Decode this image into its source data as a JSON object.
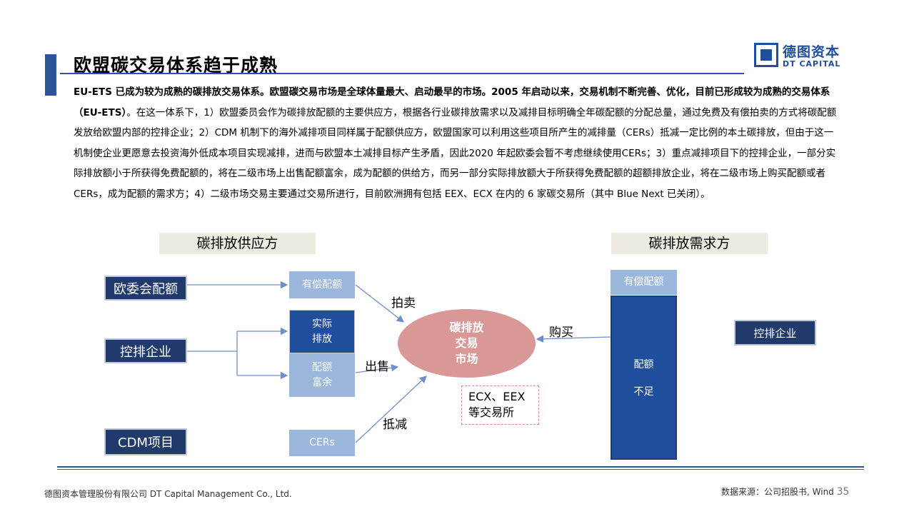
{
  "header": {
    "title": "欧盟碳交易体系趋于成熟",
    "logo_zh": "德图资本",
    "logo_en": "DT CAPITAL"
  },
  "body": {
    "bold_lead": "EU-ETS 已成为较为成熟的碳排放交易体系。欧盟碳交易市场是全球体量最大、启动最早的市场。2005 年启动以来，交易机制不断完善、优化，目前已形成较为成熟的交易体系（EU-ETS）",
    "text": "。在这一体系下，1）欧盟委员会作为碳排放配额的主要供应方，根据各行业碳排放需求以及减排目标明确全年碳配额的分配总量，通过免费及有偿拍卖的方式将碳配额发放给欧盟内部的控排企业；2）CDM 机制下的海外减排项目同样属于配额供应方，欧盟国家可以利用这些项目所产生的减排量（CERs）抵减一定比例的本土碳排放，但由于这一机制使企业更愿意去投资海外低成本项目实现减排，进而与欧盟本土减排目标产生矛盾，因此2020 年起欧委会暂不考虑继续使用CERs；3）重点减排项目下的控排企业，一部分实际排放额小于所获得免费配额的，将在二级市场上出售配额富余，成为配额的供给方，而另一部分实际排放额大于所获得免费配额的超额排放企业，将在二级市场上购买配额或者CERs，成为配额的需求方；4）二级市场交易主要通过交易所进行，目前欧洲拥有包括 EEX、ECX 在内的 6 家碳交易所（其中 Blue Next 已关闭）。"
  },
  "diagram": {
    "supply_label": "碳排放供应方",
    "demand_label": "碳排放需求方",
    "ec_allocation": "欧委会配额",
    "controlled_enterprise": "控排企业",
    "cdm_project": "CDM项目",
    "paid_allocation_left": "有偿配额",
    "actual_emission": "实际\n排放",
    "surplus": "配额\n富余",
    "cers": "CERs",
    "market": "碳排放\n交易\n市场",
    "auction": "拍卖",
    "sell": "出售",
    "offset": "抵减",
    "buy": "购买",
    "exchanges": "ECX、EEX\n等交易所",
    "paid_allocation_right": "有偿配额",
    "shortage_1": "配额",
    "shortage_2": "不足",
    "controlled_enterprise_right": "控排企业"
  },
  "footer": {
    "company": "德图资本管理股份有限公司 DT Capital Management Co., Ltd.",
    "source": "数据来源：公司招股书, Wind",
    "page": "35"
  },
  "colors": {
    "accent": "#2F5496",
    "dark_box": "#1F3A6B",
    "mid_box": "#1F4E9C",
    "light_box": "#9BB7DC",
    "market": "#D99795",
    "label_bg": "#EDEAE0"
  }
}
